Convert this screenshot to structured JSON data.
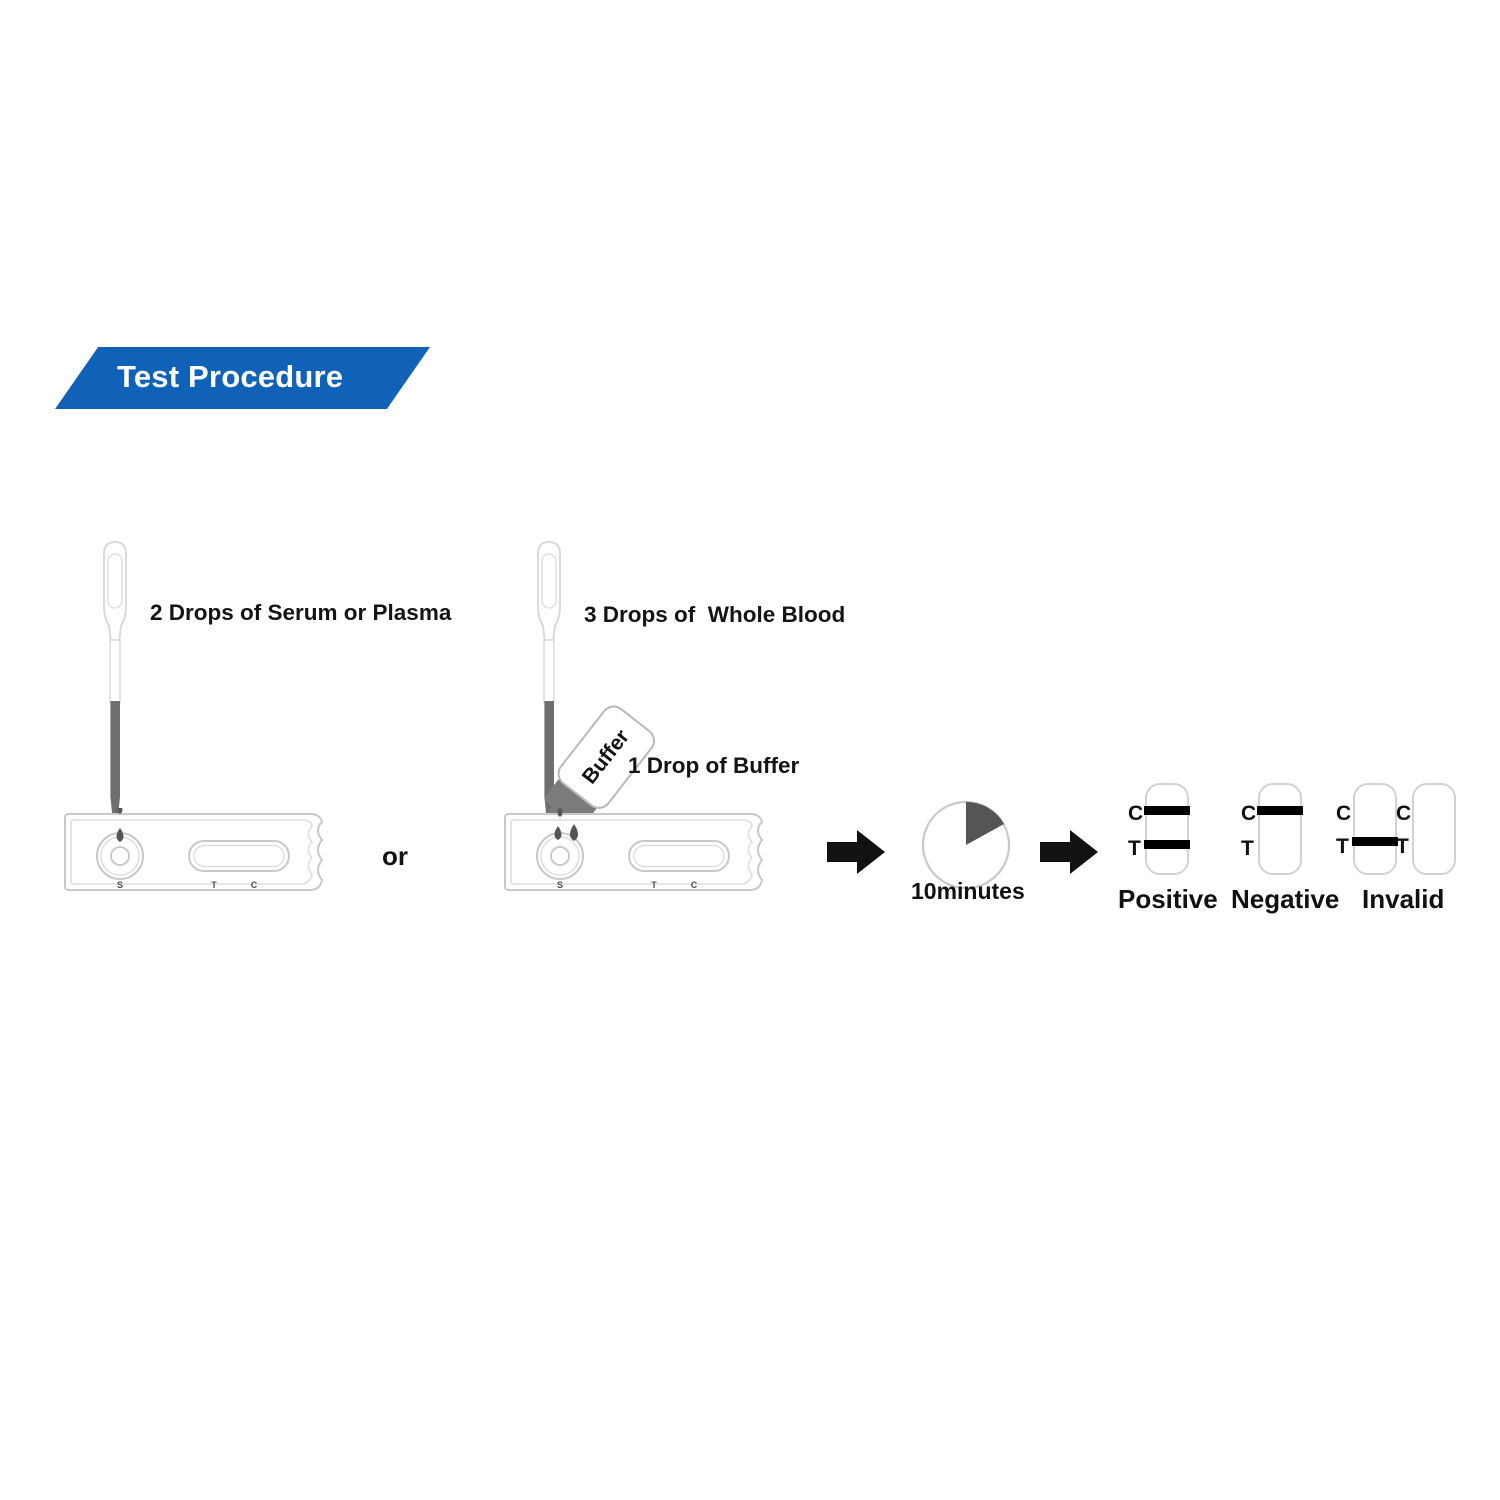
{
  "header": {
    "title": "Test Procedure",
    "banner_color": "#0f62b8",
    "text_color": "#ffffff"
  },
  "steps": {
    "step1": {
      "caption": "2 Drops of Serum or Plasma",
      "device_name": "test-cassette",
      "well_marking": "S",
      "window_markings": [
        "T",
        "C"
      ]
    },
    "connector": {
      "label": "or"
    },
    "step2": {
      "caption": "3 Drops of  Whole Blood",
      "buffer_caption": "1 Drop of Buffer",
      "bottle_label": "Buffer",
      "well_marking": "S",
      "window_markings": [
        "T",
        "C"
      ]
    },
    "step3": {
      "timer_label": "10minutes",
      "wait_minutes": 10,
      "clock_wedge_degrees": 62
    }
  },
  "results": [
    {
      "label": "Positive",
      "letters": [
        "C",
        "T"
      ],
      "bands": {
        "control": true,
        "test": true
      }
    },
    {
      "label": "Negative",
      "letters": [
        "C",
        "T"
      ],
      "bands": {
        "control": true,
        "test": false
      }
    },
    {
      "label": "Invalid",
      "letters_left": [
        "C",
        "T"
      ],
      "letters_right": [
        "C",
        "T"
      ],
      "bands_left": {
        "control": false,
        "test": true
      },
      "bands_right": {
        "control": false,
        "test": false
      }
    }
  ],
  "colors": {
    "accent_blue": "#0f62b8",
    "pipette_stem_gray": "#6e6e6e",
    "bottle_cap_gray": "#7b7b7b",
    "outline_gray": "#d2d2d2",
    "band_black": "#000000",
    "arrow_black": "#111111",
    "clock_wedge_gray": "#555555"
  }
}
